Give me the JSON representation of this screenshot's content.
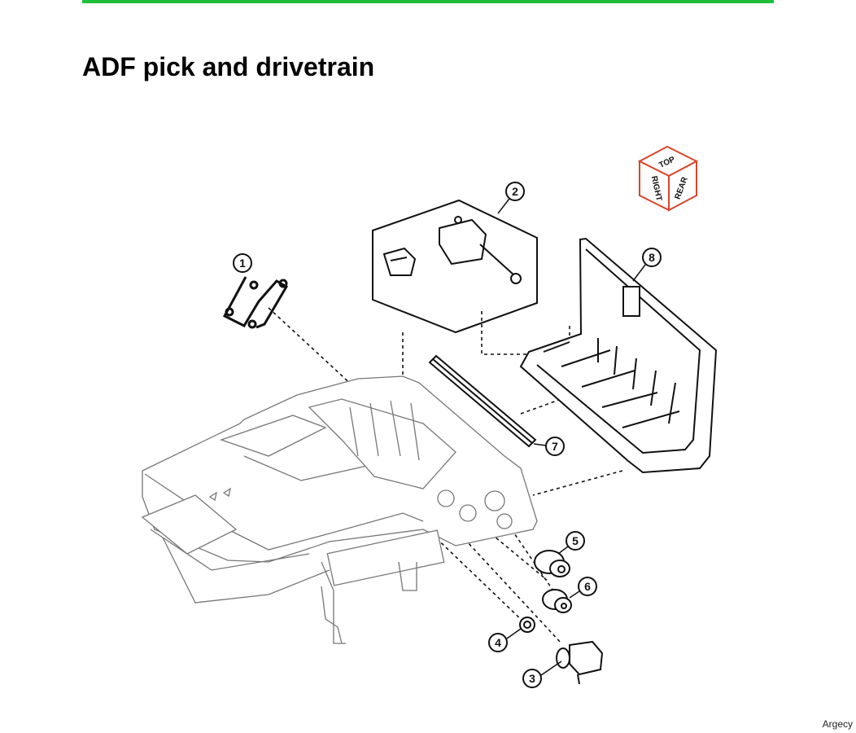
{
  "header": {
    "title": "ADF pick and drivetrain",
    "rule_color": "#1fbf3a"
  },
  "orientation_cube": {
    "top": "TOP",
    "right": "RIGHT",
    "rear": "REAR",
    "edge_color": "#d9462b"
  },
  "callouts": [
    "1",
    "2",
    "3",
    "4",
    "5",
    "6",
    "7",
    "8"
  ],
  "footer": {
    "brand": "Argecy"
  },
  "line_color": "#111111"
}
